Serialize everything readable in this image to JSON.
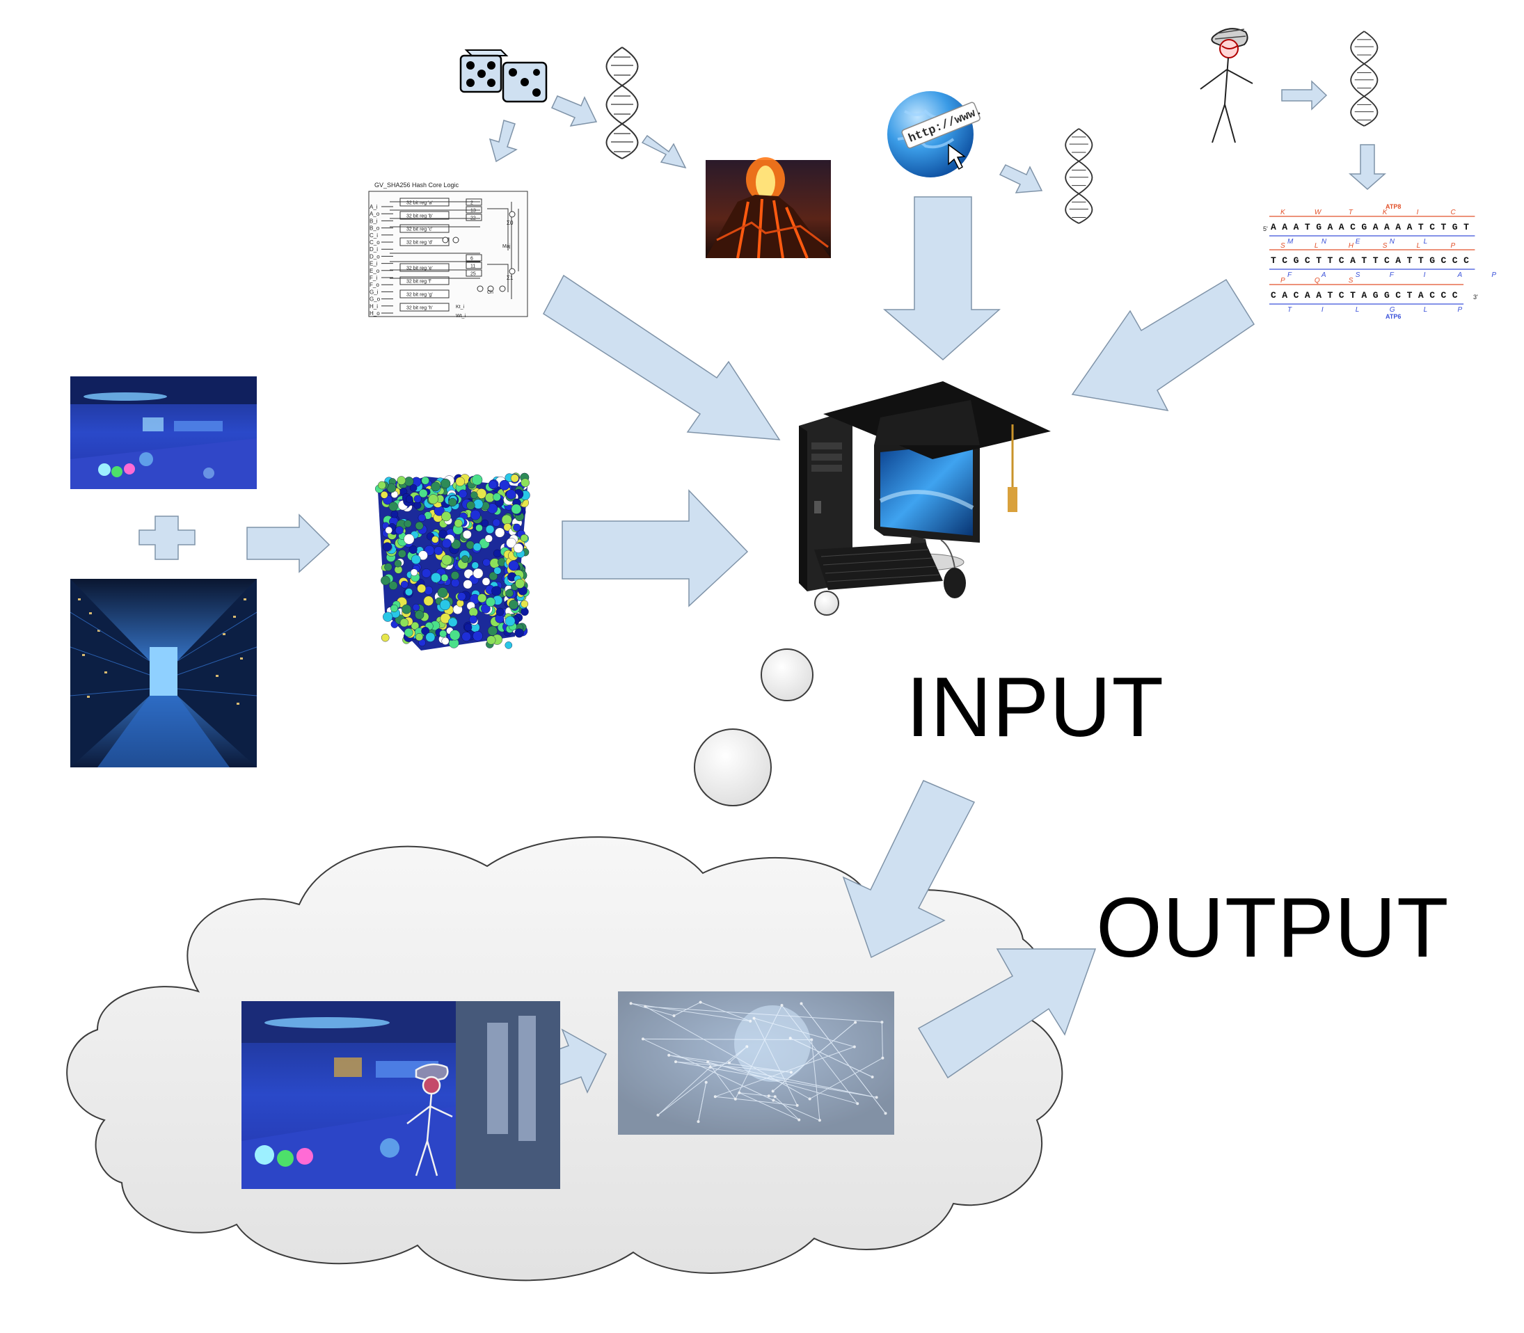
{
  "labels": {
    "input": "INPUT",
    "output": "OUTPUT"
  },
  "circuit": {
    "title": "GV_SHA256 Hash Core Logic",
    "inputs": [
      "A_i",
      "A_o",
      "B_i",
      "B_o",
      "C_i",
      "C_o",
      "D_i",
      "D_o",
      "E_i",
      "E_o",
      "F_i",
      "F_o",
      "G_i",
      "G_o",
      "H_i",
      "H_o"
    ],
    "blocks": [
      "32 bit reg 'a'",
      "32 bit reg 'b'",
      "32 bit reg 'c'",
      "32 bit reg 'd'",
      "32 bit reg 'e'",
      "32 bit reg 'f'",
      "32 bit reg 'g'",
      "32 bit reg 'h'"
    ],
    "rot_top": [
      "2",
      "13",
      "22"
    ],
    "rot_bottom": [
      "6",
      "11",
      "25"
    ],
    "funcs": [
      "Maj",
      "Ch"
    ],
    "sigma": [
      "Σ0",
      "Σ1"
    ],
    "constants": [
      "Kt_i",
      "Wt_i"
    ]
  },
  "dna_sequence": {
    "gene_top": "ATP8",
    "gene_bottom": "ATP6",
    "strand_5": "5'",
    "strand_3": "3'",
    "row1": [
      "A",
      "A",
      "A",
      "T",
      "G",
      "A",
      "A",
      "C",
      "G",
      "A",
      "A",
      "A",
      "A",
      "T",
      "C",
      "T",
      "G",
      "T"
    ],
    "row1_aa_top": [
      "K",
      "W",
      "T",
      "K",
      "I",
      "C"
    ],
    "row1_aa_bottom": [
      "M",
      "N",
      "E",
      "N",
      "L"
    ],
    "row2": [
      "T",
      "C",
      "G",
      "C",
      "T",
      "T",
      "C",
      "A",
      "T",
      "T",
      "C",
      "A",
      "T",
      "T",
      "G",
      "C",
      "C",
      "C"
    ],
    "row2_aa_top": [
      "S",
      "L",
      "H",
      "S",
      "L",
      "P"
    ],
    "row2_aa_bottom": [
      "F",
      "A",
      "S",
      "F",
      "I",
      "A",
      "P"
    ],
    "row3": [
      "C",
      "A",
      "C",
      "A",
      "A",
      "T",
      "C",
      "T",
      "A",
      "G",
      "G",
      "C",
      "T",
      "A",
      "C",
      "C",
      "C"
    ],
    "row3_aa_top": [
      "P",
      "Q",
      "S"
    ],
    "row3_aa_bottom": [
      "T",
      "I",
      "L",
      "G",
      "L",
      "P"
    ]
  },
  "globe": {
    "url_text": "http://www."
  },
  "icons": [
    "dice-icon",
    "dna-helix-icon",
    "volcano-image",
    "globe-icon",
    "stick-figure-icon",
    "graduate-computer-icon",
    "atom-cube-image",
    "data-center-image",
    "bowling-alley-image",
    "ai-network-image"
  ],
  "colors": {
    "arrow_fill": "#cfe0f1",
    "arrow_stroke": "#7f93a8",
    "cloud_fill": "#ececec",
    "bubble_fill": "#f2f2f2"
  }
}
